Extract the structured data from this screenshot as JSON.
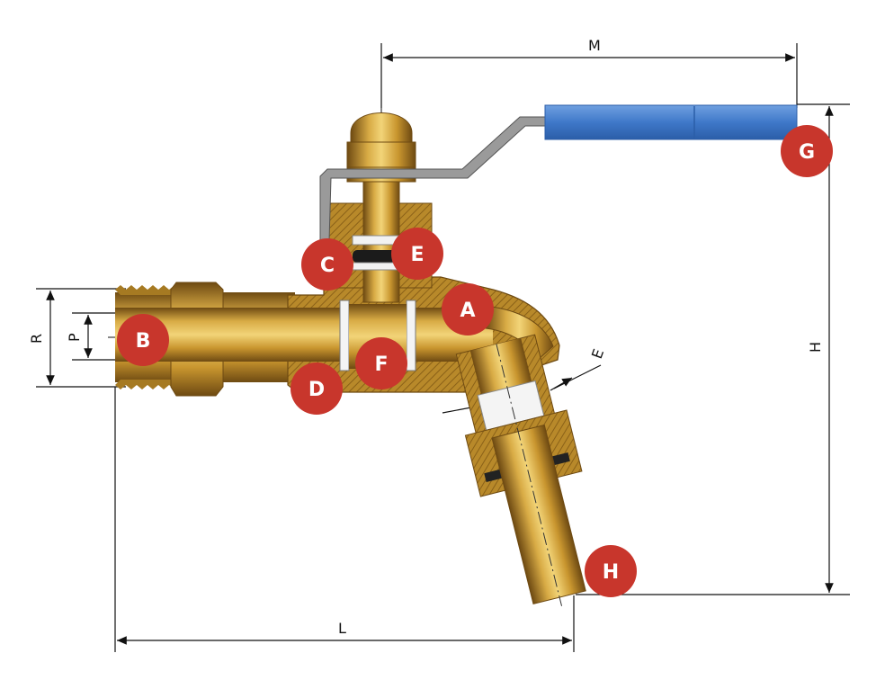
{
  "colors": {
    "badge": "#c8362c",
    "brass_light": "#e7c25f",
    "brass_mid": "#b8892a",
    "brass_dark": "#6e4a12",
    "handle_blue": "#3f78c9",
    "handle_blue_dark": "#2b5ea8",
    "stem_grey": "#8c8c8c",
    "dimension_line": "#111111"
  },
  "callouts": {
    "A": "A",
    "B": "B",
    "C": "C",
    "D": "D",
    "E": "E",
    "F": "F",
    "G": "G",
    "H": "H"
  },
  "dimensions": {
    "M": "M",
    "H": "H",
    "L": "L",
    "R": "R",
    "P": "P",
    "E": "E"
  }
}
